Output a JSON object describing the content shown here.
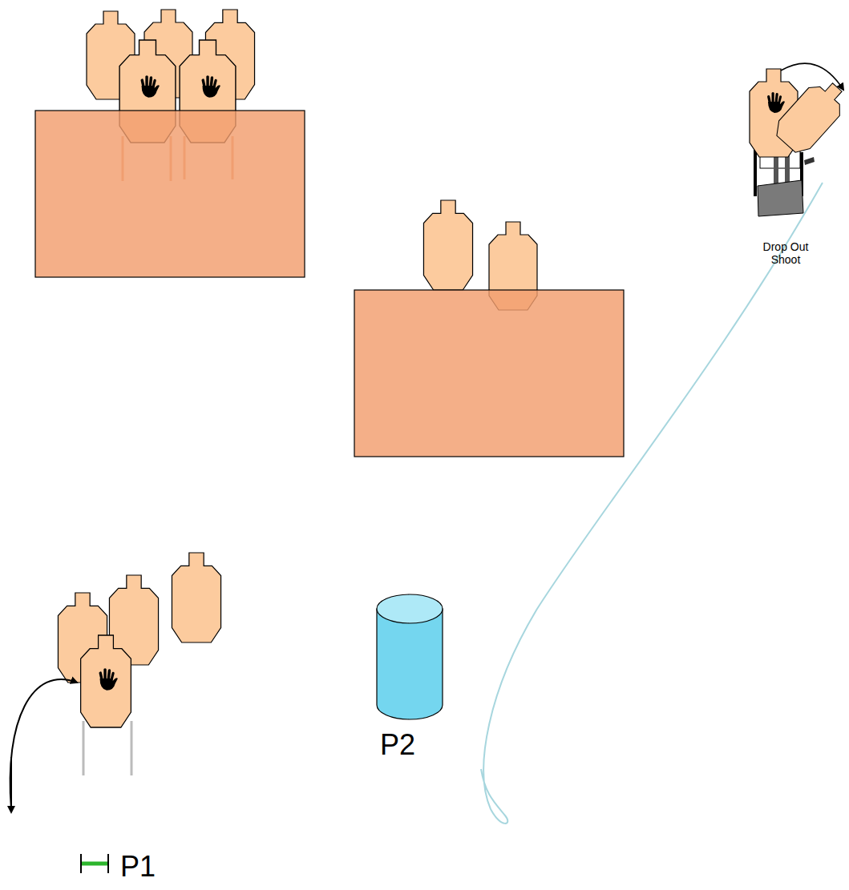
{
  "diagram": {
    "labels": [
      "Drop Out Shoot",
      "P2",
      "P1"
    ]
  }
}
